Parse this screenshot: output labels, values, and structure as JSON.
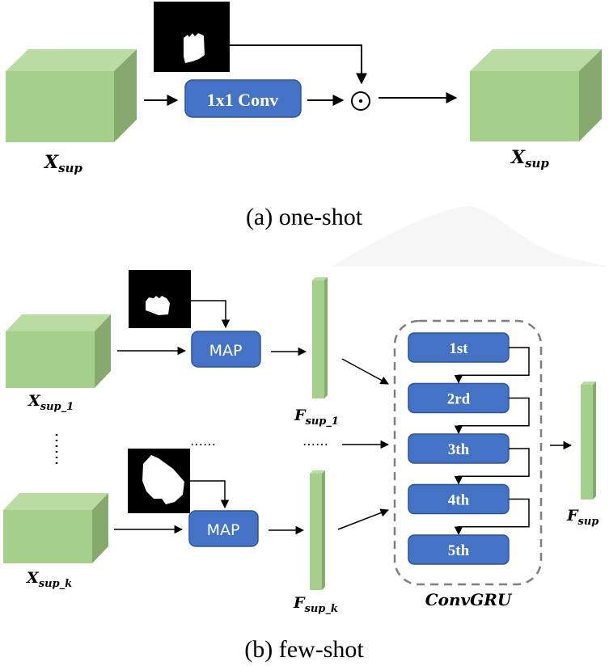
{
  "one_shot": {
    "caption": "(a)  one-shot",
    "input_label": {
      "main": "X",
      "sub": "sup"
    },
    "output_label": {
      "main": "X",
      "sub": "sup"
    },
    "conv_label": "1x1 Conv",
    "operator_symbol": "⊙"
  },
  "few_shot": {
    "caption": "(b)  few-shot",
    "inputs": [
      {
        "main": "X",
        "sub": "sup_1"
      },
      {
        "main": "X",
        "sub": "sup_k"
      }
    ],
    "features": [
      {
        "main": "F",
        "sub": "sup_1"
      },
      {
        "main": "F",
        "sub": "sup_k"
      }
    ],
    "map_label": "MAP",
    "ellipsis": "……",
    "convgru": {
      "label": "ConvGRU",
      "steps": [
        "1st",
        "2rd",
        "3th",
        "4th",
        "5th"
      ]
    },
    "output_label": {
      "main": "F",
      "sub": "sup"
    }
  },
  "colors": {
    "cube_front": "#a6cf8c",
    "cube_top": "#b9dca3",
    "cube_side": "#86aa6e",
    "block_blue": "#4472c4",
    "dashed_border": "#7f7f7f"
  }
}
